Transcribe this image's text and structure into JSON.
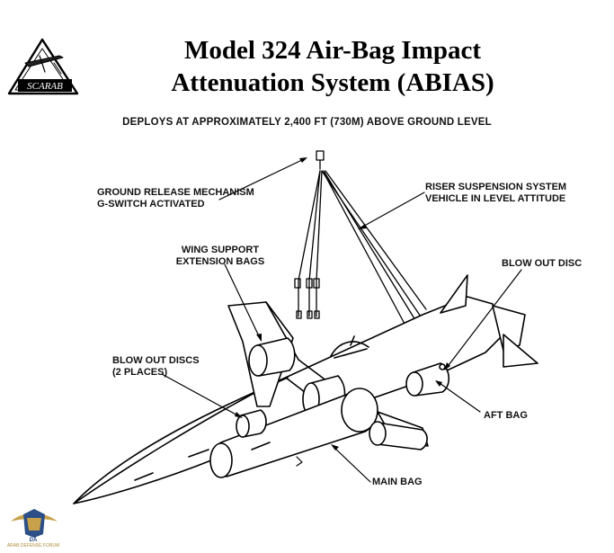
{
  "header": {
    "logo_text": "SCARAB",
    "title_line1": "Model 324 Air-Bag Impact",
    "title_line2": "Attenuation System (ABIAS)",
    "subtitle": "DEPLOYS AT APPROXIMATELY 2,400 FT (730M) ABOVE GROUND LEVEL"
  },
  "labels": {
    "ground_release_1": "GROUND RELEASE MECHANISM",
    "ground_release_2": "G-SWITCH ACTIVATED",
    "riser_1": "RISER SUSPENSION SYSTEM",
    "riser_2": "VEHICLE IN LEVEL ATTITUDE",
    "wing_support_1": "WING SUPPORT",
    "wing_support_2": "EXTENSION BAGS",
    "blow_out_disc": "BLOW OUT DISC",
    "blow_out_discs_1": "BLOW OUT DISCS",
    "blow_out_discs_2": "(2 PLACES)",
    "aft_bag": "AFT BAG",
    "main_bag": "MAIN BAG"
  },
  "watermark": {
    "line1": "DA",
    "line2": "ARAB DEFENSE FORUM"
  },
  "colors": {
    "ink": "#000000",
    "watermark_gold": "#b08c3a"
  }
}
